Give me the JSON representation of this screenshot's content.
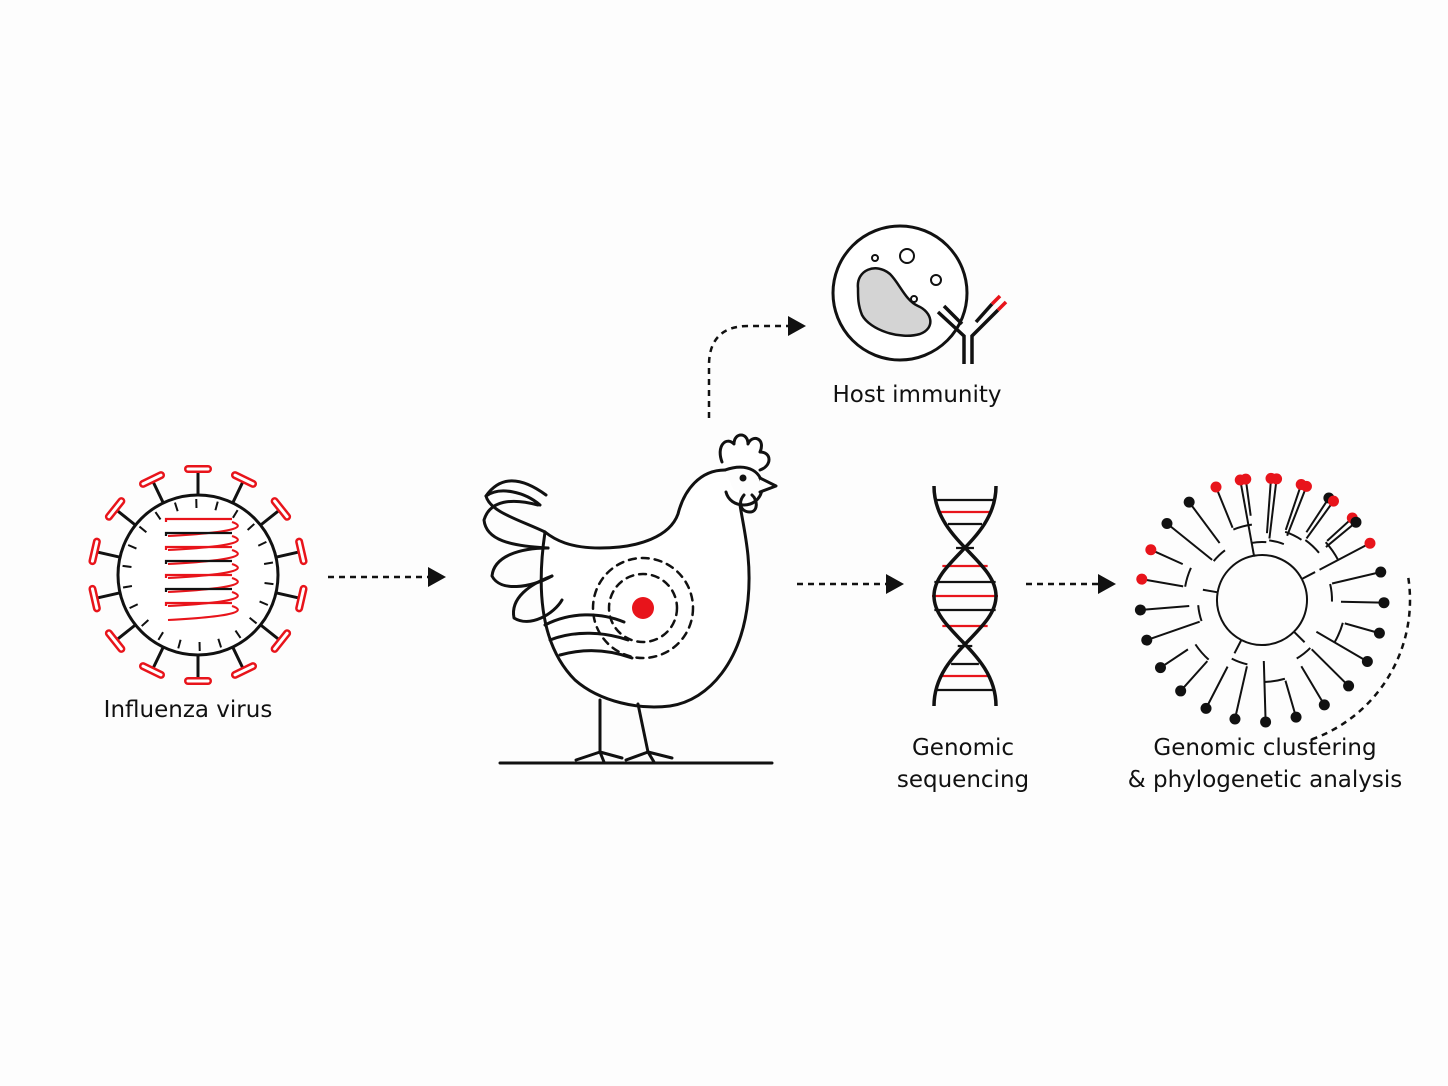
{
  "labels": {
    "virus": "Influenza virus",
    "immunity": "Host immunity",
    "sequencing_line1": "Genomic",
    "sequencing_line2": "sequencing",
    "analysis_line1": "Genomic clustering",
    "analysis_line2": "& phylogenetic analysis"
  },
  "colors": {
    "ink": "#111111",
    "accent": "#e8141b",
    "cell_fill": "#d4d4d4",
    "background": "#fdfdfd"
  },
  "icons": {
    "virus": "influenza-virus-icon",
    "host": "chicken-host-icon",
    "immunity": "immune-cell-antibody-icon",
    "sequencing": "dna-double-helix-icon",
    "analysis": "circular-phylogenetic-tree-icon"
  }
}
